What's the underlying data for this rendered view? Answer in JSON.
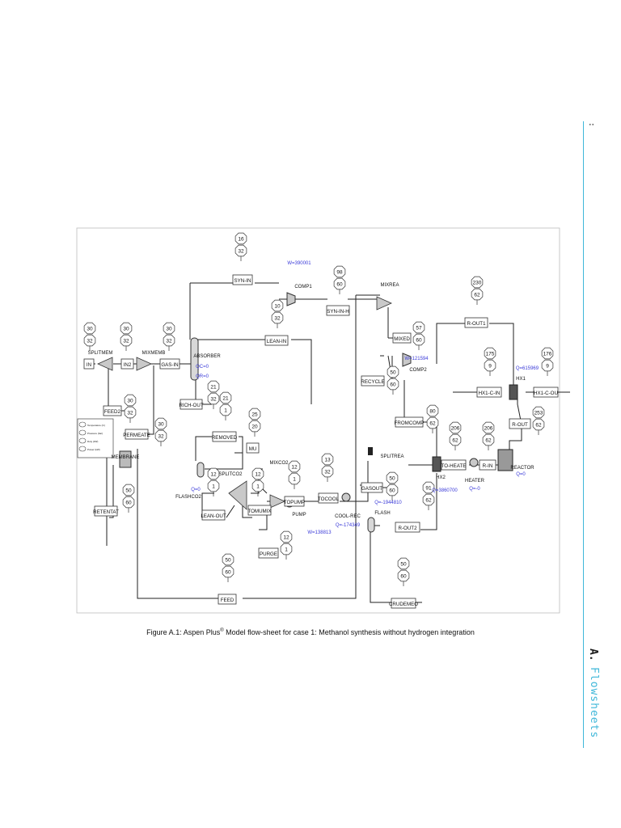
{
  "sidebar": {
    "chapter_letter": "A.",
    "chapter_title": "Flowsheets",
    "page_marker": ":"
  },
  "caption": {
    "prefix": "Figure A.1: Aspen Plus",
    "mark": "®",
    "suffix": " Model flow-sheet for case 1: Methanol synthesis without hydrogen integration"
  },
  "legend": [
    "Temperature (C)",
    "Pressure (bar)",
    "Duty (kW)",
    "Power (kW)"
  ],
  "blocks": {
    "splitmem": "SPLITMEM",
    "mixmemb": "MIXMEMB",
    "absorber": "ABSORBER",
    "membrane": "MEMBRANE",
    "flashco2": "FLASHCO2",
    "splitco2": "SPLITCO2",
    "mixco2": "MIXCO2",
    "pump": "PUMP",
    "cool_rec": "COOL-REC",
    "comp1": "COMP1",
    "mixrea": "MIXREA",
    "comp2": "COMP2",
    "splitrea": "SPLITREA",
    "flash": "FLASH",
    "hx2": "HX2",
    "heater": "HEATER",
    "reactor": "REACTOR",
    "hx1": "HX1"
  },
  "streams": {
    "in": "IN",
    "in2": "IN2",
    "gas_in": "GAS-IN",
    "feed2": "FEED2",
    "permeate": "PERMEATE",
    "retentat": "RETENTAT",
    "rich_out": "RICH-OUT",
    "removed": "REMOVED",
    "mu": "MU",
    "lean_out": "LEAN-OUT",
    "tomumix": "TOMUMIX",
    "topump": "TOPUMP",
    "tocool": "TOCOOL",
    "purge": "PURGE",
    "feed": "FEED",
    "syn_in": "SYN-IN",
    "lean_in": "LEAN-IN",
    "syn_in_h": "SYN-IN-H",
    "mixed": "MIXED",
    "recycle": "RECYCLE",
    "fromcomp": "FROMCOMP",
    "gasout": "GASOUT",
    "r_out2": "R-OUT2",
    "crudemeo": "CRUDEMEO",
    "r_out1": "R-OUT1",
    "hx1_c_in": "HX1-C-IN",
    "hx1_c_ou": "HX1-C-OU",
    "r_out": "R-OUT",
    "to_heate": "TO-HEATE",
    "r_in": "R-IN"
  },
  "tags": {
    "in": [
      "30",
      "32"
    ],
    "in2": [
      "30",
      "32"
    ],
    "gas_in": [
      "30",
      "32"
    ],
    "feed2": [
      "30",
      "32"
    ],
    "permeate": [
      "30",
      "32"
    ],
    "retentat": [
      "50",
      "60"
    ],
    "rich_out": [
      "21",
      "32"
    ],
    "removed": [
      "21",
      "1"
    ],
    "mu": [
      "25",
      "20"
    ],
    "lean_out": [
      "12",
      "1"
    ],
    "tomumix": [
      "12",
      "1"
    ],
    "topump": [
      "12",
      "1"
    ],
    "tocool": [
      "13",
      "32"
    ],
    "purge": [
      "12",
      "1"
    ],
    "feed": [
      "50",
      "60"
    ],
    "syn_in": [
      "16",
      "32"
    ],
    "lean_in": [
      "10",
      "32"
    ],
    "syn_in_h": [
      "98",
      "60"
    ],
    "mixed": [
      "57",
      "60"
    ],
    "recycle": [
      "50",
      "60"
    ],
    "fromcomp": [
      "80",
      "62"
    ],
    "gasout": [
      "50",
      "60"
    ],
    "r_out2": [
      "91",
      "62"
    ],
    "crudemeo": [
      "50",
      "60"
    ],
    "r_out1": [
      "230",
      "62"
    ],
    "hx1_c_in": [
      "175",
      "9"
    ],
    "hx1_c_ou": [
      "176",
      "9"
    ],
    "r_out": [
      "253",
      "62"
    ],
    "to_heate": [
      "206",
      "62"
    ],
    "r_in": [
      "206",
      "62"
    ]
  },
  "duties": {
    "comp1": "W=390001",
    "absorber_qc": "QC=0",
    "absorber_qr": "QR=0",
    "flashco2": "Q=0",
    "pump": "W=138813",
    "cool_rec": "Q=-174349",
    "comp2": "W=121594",
    "hx1": "Q=615969",
    "flash": "Q=-1944810",
    "hx2": "Q=3860700",
    "heater": "Q=-0",
    "reactor": "Q=0"
  }
}
